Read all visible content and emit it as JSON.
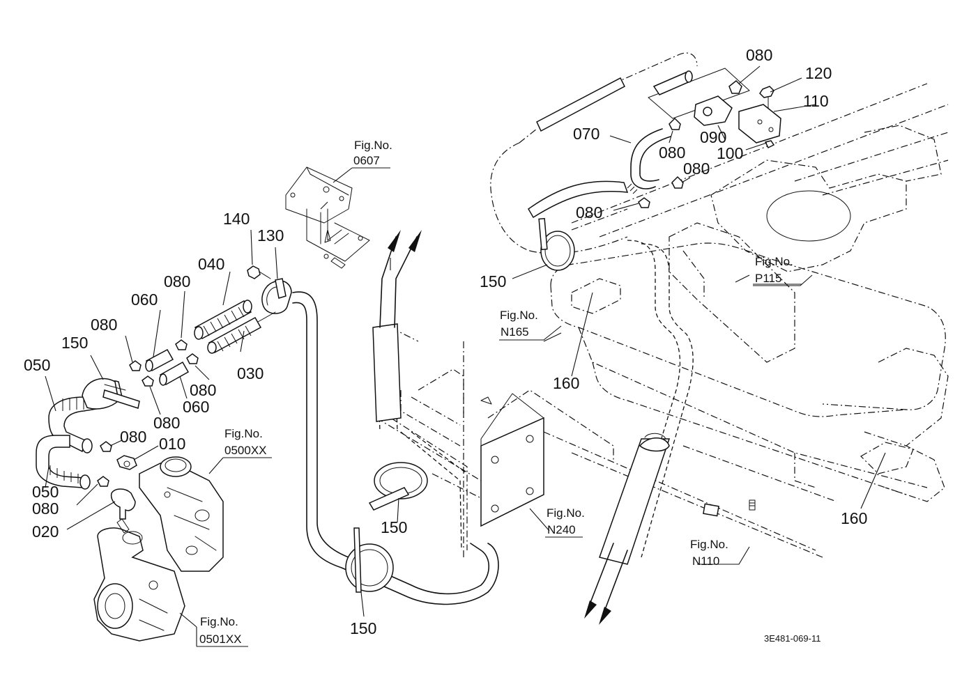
{
  "callouts": {
    "c080_top": "080",
    "c120": "120",
    "c110": "110",
    "c070": "070",
    "c090": "090",
    "c080_r1": "080",
    "c100": "100",
    "c080_r2": "080",
    "c080_r3": "080",
    "c150_top": "150",
    "c140": "140",
    "c130": "130",
    "c040": "040",
    "c080_l1": "080",
    "c060_a": "060",
    "c080_l2": "080",
    "c150_left": "150",
    "c050_a": "050",
    "c030": "030",
    "c080_l3": "080",
    "c060_b": "060",
    "c080_l4": "080",
    "c080_l5": "080",
    "c010": "010",
    "c050_b": "050",
    "c080_l6": "080",
    "c020": "020",
    "c150_mid": "150",
    "c150_bottom": "150",
    "c160_a": "160",
    "c160_b": "160"
  },
  "figure_refs": {
    "f0607": {
      "label": "Fig.No.",
      "number": "0607"
    },
    "f0500": {
      "label": "Fig.No.",
      "number": "0500XX"
    },
    "f0501": {
      "label": "Fig.No.",
      "number": "0501XX"
    },
    "fN165": {
      "label": "Fig.No.",
      "number": "N165"
    },
    "fP115": {
      "label": "Fig.No.",
      "number": "P115"
    },
    "fN240": {
      "label": "Fig.No.",
      "number": "N240"
    },
    "fN110": {
      "label": "Fig.No.",
      "number": "N110"
    }
  },
  "document_id": "3E481-069-11"
}
